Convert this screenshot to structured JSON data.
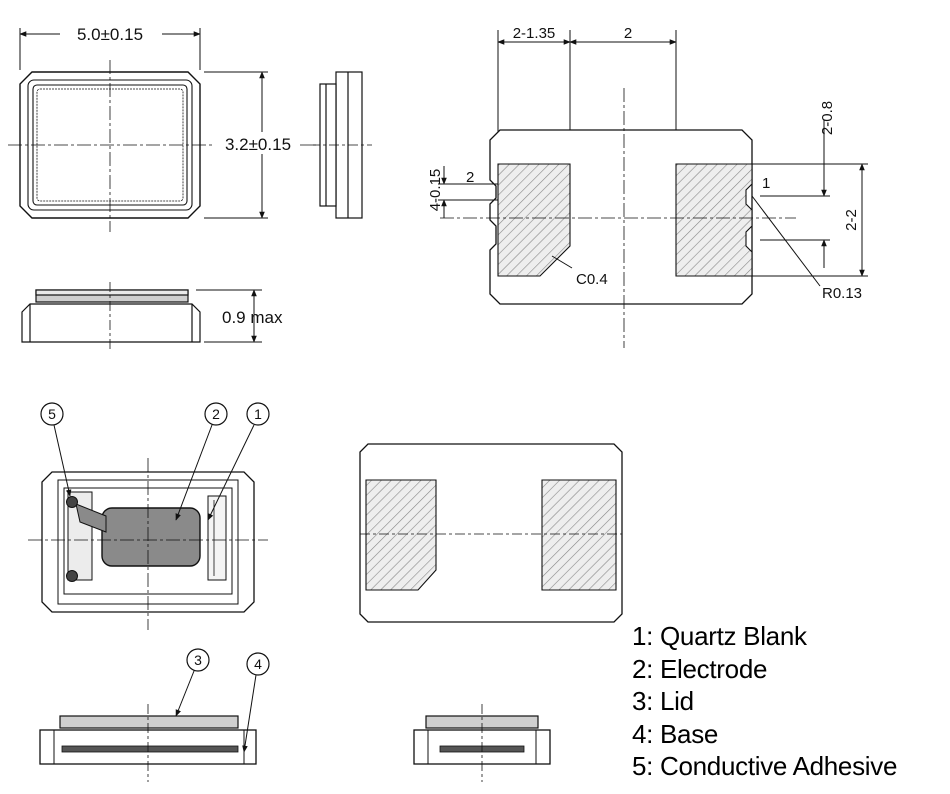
{
  "top_view": {
    "width_dim": "5.0±0.15",
    "height_dim": "3.2±0.15"
  },
  "side_view": {
    "thickness_dim": "0.9 max"
  },
  "land_pattern": {
    "pitch_left": "2-1.35",
    "pitch_right": "2",
    "notch_width": "4-0.15",
    "notch_label": "2",
    "pin_one_label": "1",
    "pad_gap": "2-0.8",
    "pad_height": "2-2",
    "chamfer": "C0.4",
    "corner_radius": "R0.13"
  },
  "internal_view": {
    "callouts": [
      "5",
      "2",
      "1",
      "3",
      "4"
    ]
  },
  "legend": [
    "1: Quartz Blank",
    "2: Electrode",
    "3: Lid",
    "4: Base",
    "5: Conductive Adhesive"
  ]
}
